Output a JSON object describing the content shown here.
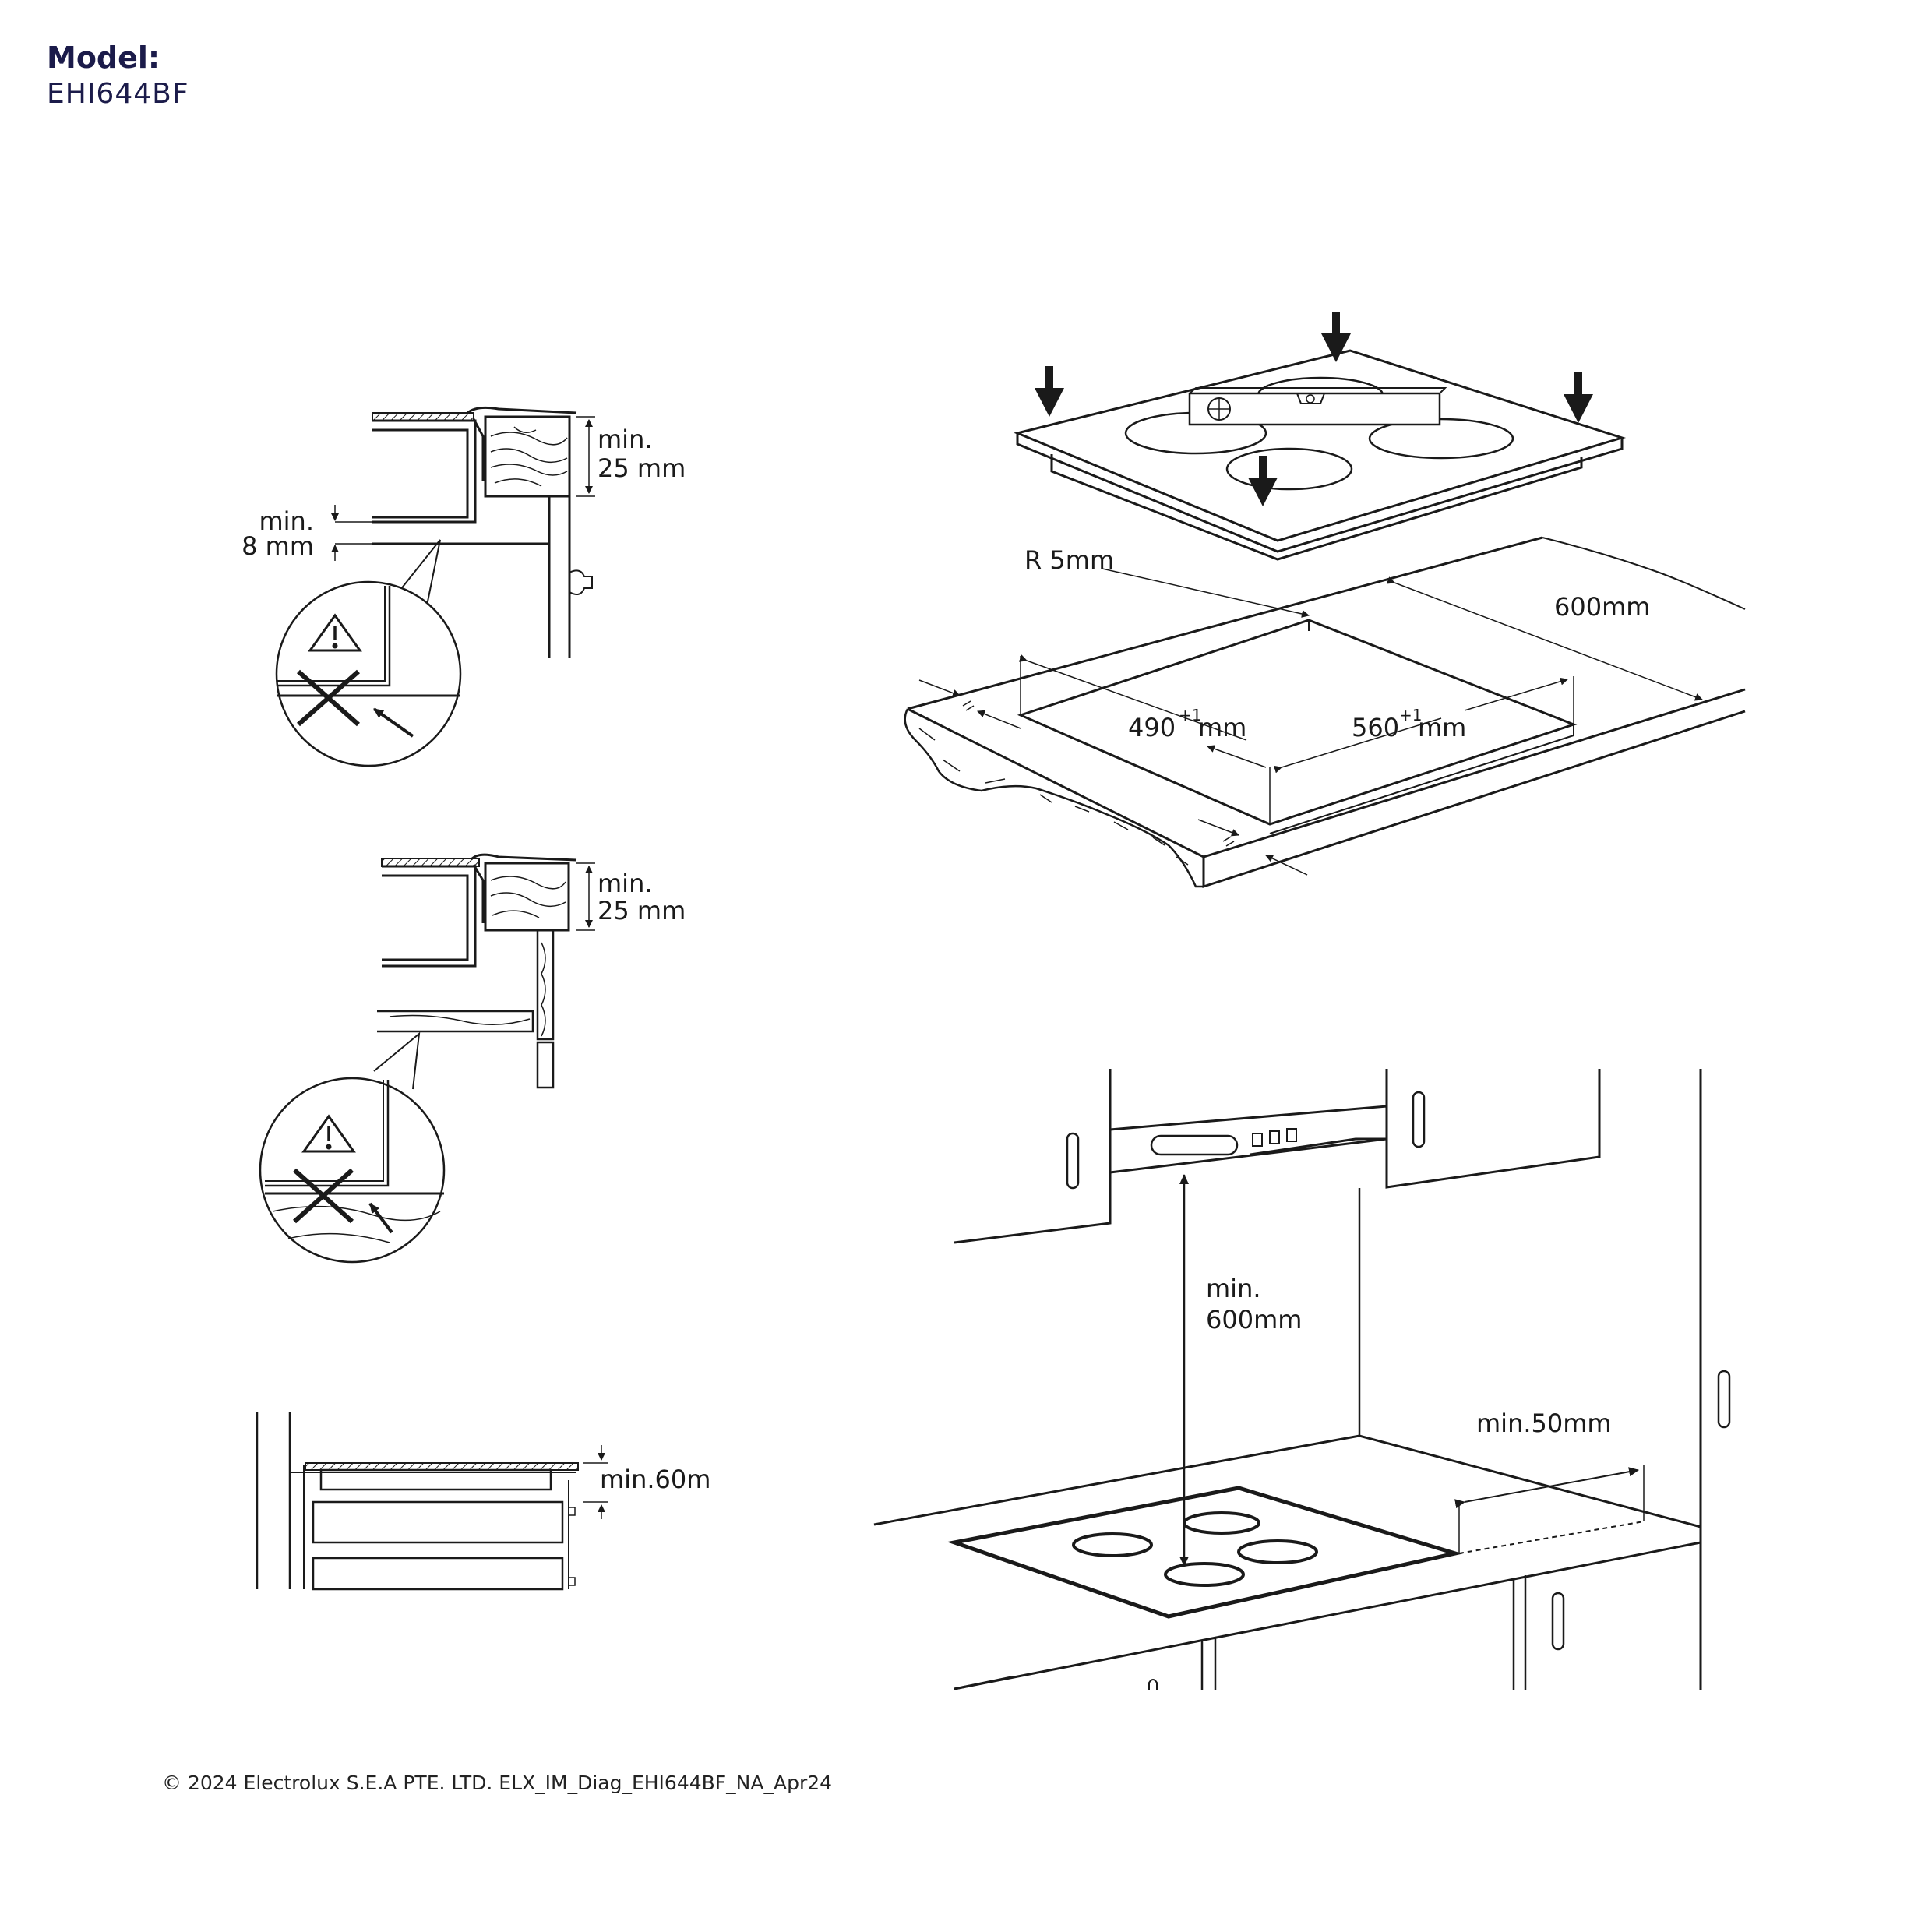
{
  "header": {
    "title": "Model:",
    "model": "EHI644BF"
  },
  "diagram_1": {
    "top_label_1": "min.",
    "top_label_2": "25 mm",
    "side_label_1": "min.",
    "side_label_2": "8 mm"
  },
  "diagram_2": {
    "top_label_1": "min.",
    "top_label_2": "25 mm"
  },
  "diagram_3": {
    "label": "min.60m"
  },
  "cutout": {
    "radius": "R 5mm",
    "depth": "600mm",
    "width_1": "490",
    "width_2": "560",
    "tolerance": "+1",
    "unit": "mm"
  },
  "kitchen": {
    "hood_1": "min.",
    "hood_2": "600mm",
    "side": "min.50mm"
  },
  "footer": {
    "copyright": "© 2024 Electrolux S.E.A PTE. LTD.  ELX_IM_Diag_EHI644BF_NA_Apr24"
  },
  "icons": [
    "warning-icon",
    "cross-icon",
    "arrow-icon"
  ]
}
